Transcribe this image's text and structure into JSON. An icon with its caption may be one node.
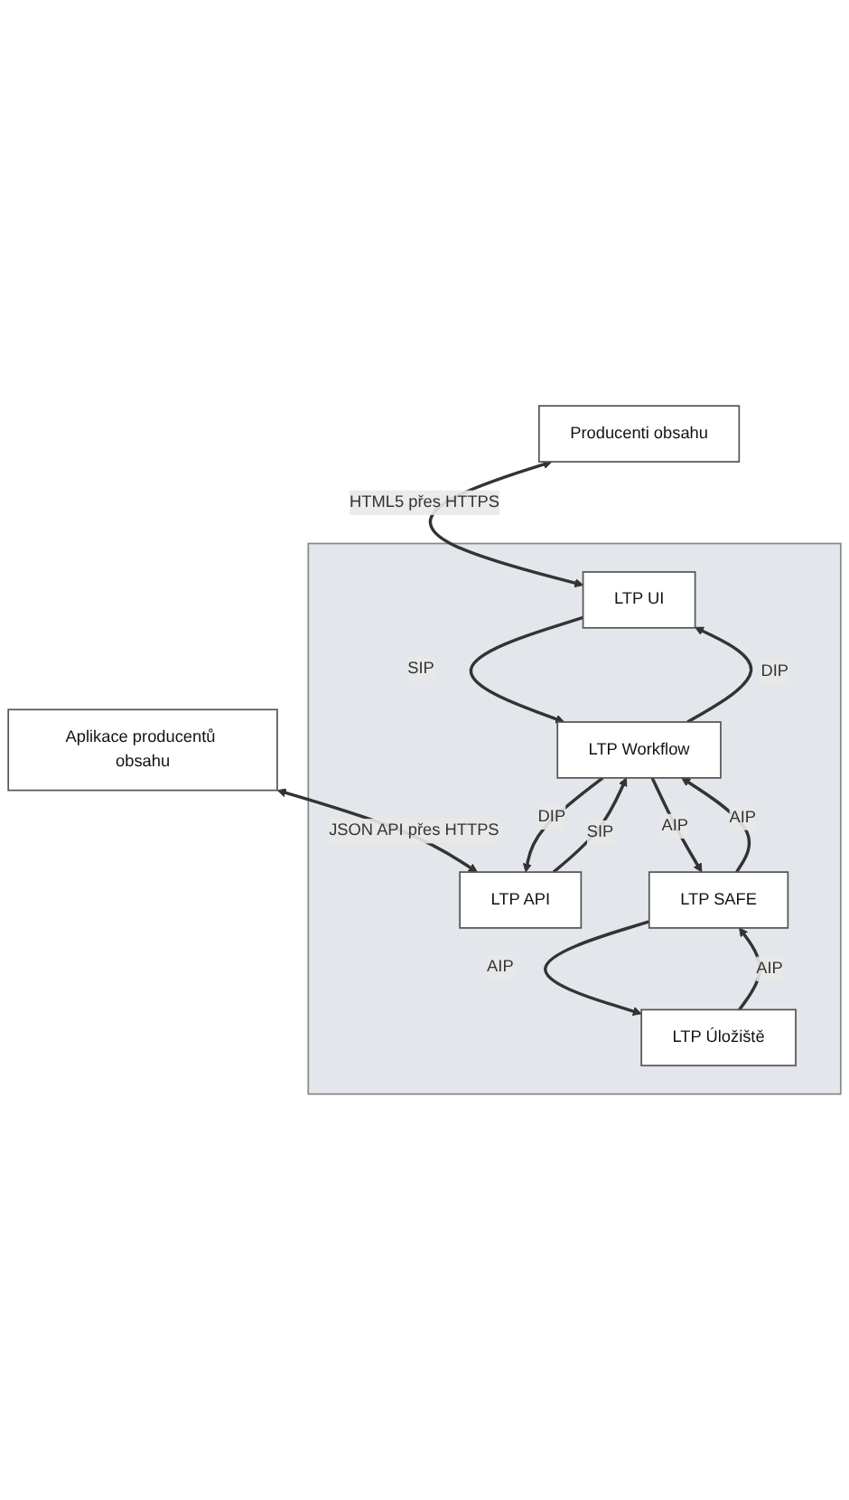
{
  "diagram": {
    "nodes": [
      {
        "text": [
          "Producenti obsahu"
        ]
      },
      {
        "text": [
          "Aplikace producentů obsahu"
        ]
      },
      {
        "text": [],
        "shape": "box"
      },
      {
        "text": [
          "LTP UI"
        ],
        "in": 2
      },
      {
        "text": [
          "LTP API"
        ],
        "in": 2
      },
      {
        "text": [
          "LTP Workflow"
        ],
        "in": 2
      },
      {
        "text": [
          "LTP SAFE"
        ],
        "in": 2
      },
      {
        "text": [
          "LTP Úložiště"
        ],
        "in": 2
      }
    ],
    "edges": [
      {
        "from": 0,
        "to": 3,
        "arrow": "both",
        "label": "HTML5 přes HTTPS"
      },
      {
        "from": 1,
        "to": 4,
        "arrow": "both",
        "label": "JSON API přes HTTPS"
      },
      {
        "from": 3,
        "to": 5,
        "arrow": "to",
        "label": "SIP"
      },
      {
        "from": 5,
        "to": 3,
        "arrow": "to",
        "label": "DIP"
      },
      {
        "from": 4,
        "to": 5,
        "arrow": "to",
        "label": "SIP"
      },
      {
        "from": 5,
        "to": 4,
        "arrow": "to",
        "label": "DIP"
      },
      {
        "from": 5,
        "to": 6,
        "arrow": "to",
        "label": "AIP"
      },
      {
        "from": 6,
        "to": 5,
        "arrow": "to",
        "label": "AIP"
      },
      {
        "from": 6,
        "to": 7,
        "arrow": "to",
        "label": "AIP"
      },
      {
        "from": 7,
        "to": 6,
        "arrow": "to",
        "label": "AIP"
      }
    ]
  }
}
